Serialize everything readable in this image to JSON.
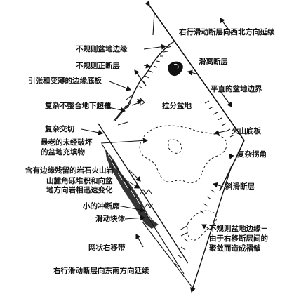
{
  "labels": {
    "nw_extension": "右行滑动断层向西北方向延续",
    "irregular_margin": "不规则盆地边缘",
    "irregular_normal_fault": "不规则正断层",
    "detachment_fault": "滑离断层",
    "extension_thinning_floor": "引张和变薄的边缘底板",
    "straight_boundary": "平直的盆地边界",
    "complex_onlap": "复杂不整合地下超覆",
    "pull_apart_basin": "拉分盆地",
    "complex_intercut": "复杂交切",
    "oldest_fill_line1": "最老的未经破坏",
    "oldest_fill_line2": "的盆地充填物",
    "volcanic_floor": "火山底板",
    "complex_bend": "复杂拐角",
    "rhyolite_remnant": "含有边缘残留的岩石火山岩",
    "breccia_line1": "山麓角砾堆积和向盆",
    "breccia_line2": "地方向岩相迅速变化",
    "oblique_fault": "斜滑断层",
    "small_thrust": "小的冲断席",
    "slide_block": "滑动块体",
    "irregular_margin2_line1": "不规则盆地边缘－",
    "irregular_margin2_line2": "由于右移断层间的",
    "irregular_margin2_line3": "聚敛而造成褶皱",
    "reticulate_dextral": "网状右移带",
    "se_extension": "右行滑动断层向东南方向延续"
  }
}
